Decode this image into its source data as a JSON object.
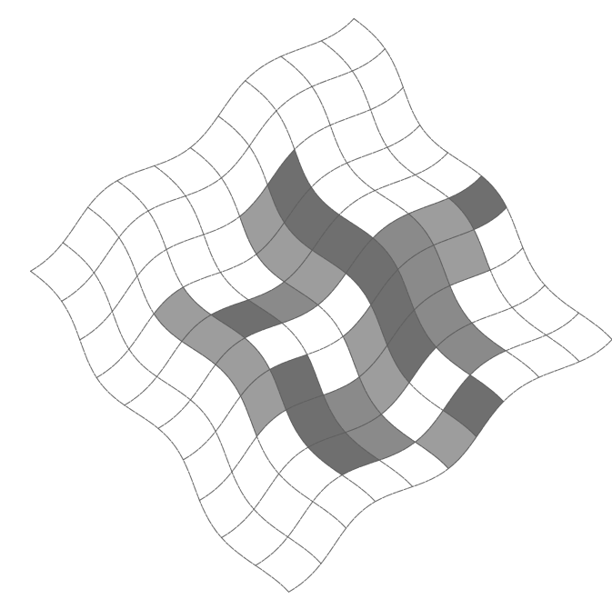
{
  "image": {
    "description_type": "pencil sketch of a wavy warped grid with shaded woven pattern",
    "grid_rows": 10,
    "grid_cols": 10,
    "rotation_degrees": -38,
    "colors": {
      "background": "#ffffff",
      "line": "#5e5e5e",
      "shade_dark": "#6f6f6f",
      "shade_mid": "#8a8a8a",
      "shade_light": "#9d9d9d"
    },
    "shaded_cells": [
      [
        2,
        5
      ],
      [
        2,
        6
      ],
      [
        3,
        5
      ],
      [
        3,
        6
      ],
      [
        4,
        2
      ],
      [
        4,
        3
      ],
      [
        4,
        4
      ],
      [
        4,
        5
      ],
      [
        4,
        6
      ],
      [
        5,
        2
      ],
      [
        5,
        6
      ],
      [
        5,
        7
      ],
      [
        5,
        8
      ],
      [
        5,
        9
      ],
      [
        6,
        2
      ],
      [
        6,
        5
      ],
      [
        6,
        6
      ],
      [
        6,
        7
      ],
      [
        6,
        8
      ],
      [
        7,
        3
      ],
      [
        7,
        4
      ],
      [
        7,
        5
      ],
      [
        7,
        6
      ],
      [
        7,
        7
      ],
      [
        8,
        3
      ],
      [
        8,
        4
      ],
      [
        8,
        7
      ],
      [
        9,
        5
      ],
      [
        9,
        6
      ],
      [
        3,
        2
      ],
      [
        6,
        3
      ]
    ]
  }
}
